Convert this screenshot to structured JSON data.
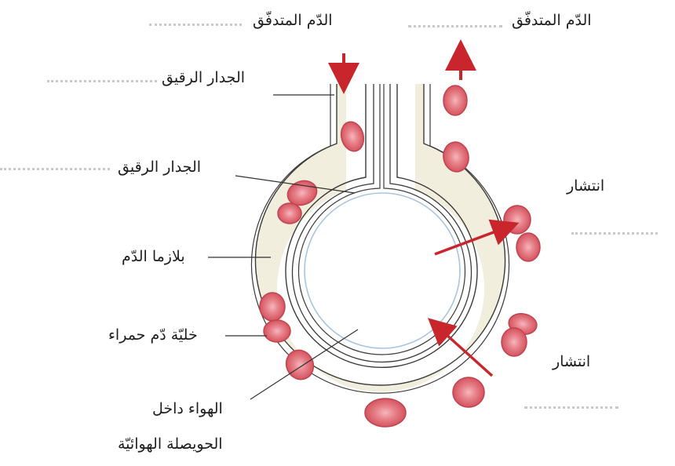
{
  "labels": {
    "blood_flow_left": "الدّم المتدفّق",
    "blood_flow_right": "الدّم المتدفّق",
    "thin_wall_top": "الجدار الرقيق",
    "thin_wall_middle": "الجدار الرقيق",
    "blood_plasma": "بلازما الدّم",
    "red_blood_cell": "خليّة دّم حمراء",
    "air_inside_line1": "الهواء داخل",
    "air_inside_line2": "الحويصلة الهوائيّة",
    "diffusion_top": "انتشار",
    "diffusion_bottom": "انتشار"
  },
  "colors": {
    "plasma": "#f2eedd",
    "rbc": "#e0707a",
    "rbc_edge": "#c04450",
    "arrow": "#c8262c",
    "wall": "#3a3a3a",
    "alveolus_edge": "#a9c4df"
  },
  "icons": [
    "arrow-down-icon",
    "arrow-up-icon"
  ]
}
